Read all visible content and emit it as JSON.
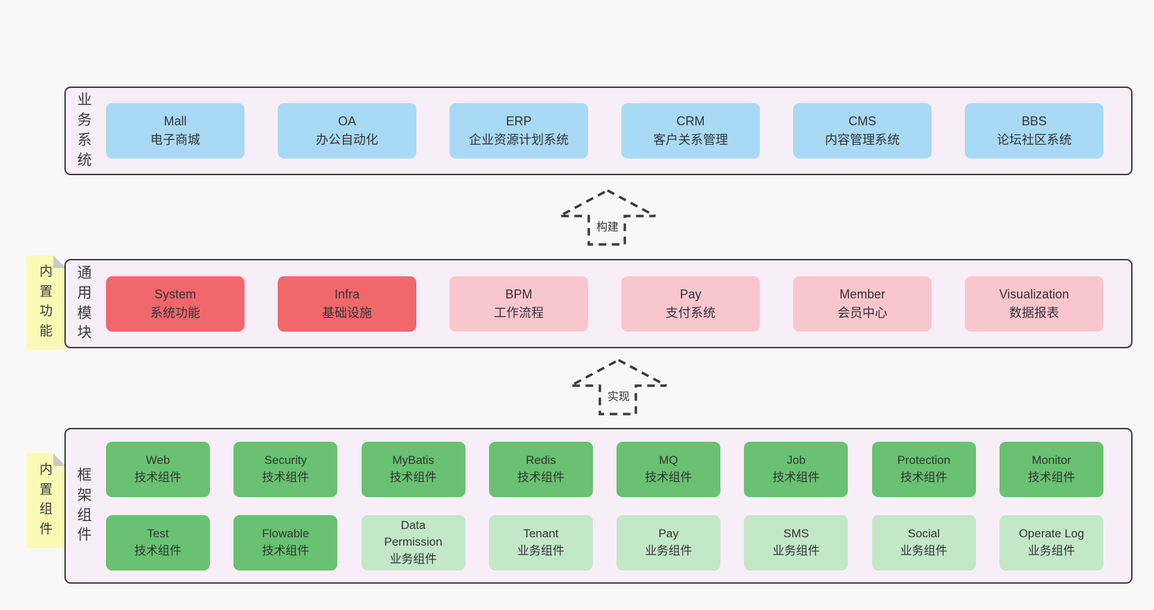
{
  "colors": {
    "page_bg": "#f8f8f8",
    "band_bg": "#f8eef7",
    "band_border": "#3b3b3b",
    "blue": "#a8daf5",
    "red": "#f1686c",
    "pink": "#fac6ce",
    "green": "#68c271",
    "green_light": "#c3e8c7",
    "note_yellow": "#fbfab5",
    "note_fold": "#c9c9c9",
    "text": "#333333"
  },
  "arrows": [
    {
      "label": "构建"
    },
    {
      "label": "实现"
    }
  ],
  "bands": [
    {
      "label": "业务系统",
      "rows": [
        [
          {
            "name": "Mall",
            "subtitle": "电子商城",
            "type": "blue"
          },
          {
            "name": "OA",
            "subtitle": "办公自动化",
            "type": "blue"
          },
          {
            "name": "ERP",
            "subtitle": "企业资源计划系统",
            "type": "blue"
          },
          {
            "name": "CRM",
            "subtitle": "客户关系管理",
            "type": "blue"
          },
          {
            "name": "CMS",
            "subtitle": "内容管理系统",
            "type": "blue"
          },
          {
            "name": "BBS",
            "subtitle": "论坛社区系统",
            "type": "blue"
          }
        ]
      ]
    },
    {
      "label": "通用模块",
      "note": "内置功能",
      "rows": [
        [
          {
            "name": "System",
            "subtitle": "系统功能",
            "type": "red"
          },
          {
            "name": "Infra",
            "subtitle": "基础设施",
            "type": "red"
          },
          {
            "name": "BPM",
            "subtitle": "工作流程",
            "type": "pink"
          },
          {
            "name": "Pay",
            "subtitle": "支付系统",
            "type": "pink"
          },
          {
            "name": "Member",
            "subtitle": "会员中心",
            "type": "pink"
          },
          {
            "name": "Visualization",
            "subtitle": "数据报表",
            "type": "pink"
          }
        ]
      ]
    },
    {
      "label": "框架组件",
      "note": "内置组件",
      "rows": [
        [
          {
            "name": "Web",
            "subtitle": "技术组件",
            "type": "green"
          },
          {
            "name": "Security",
            "subtitle": "技术组件",
            "type": "green"
          },
          {
            "name": "MyBatis",
            "subtitle": "技术组件",
            "type": "green"
          },
          {
            "name": "Redis",
            "subtitle": "技术组件",
            "type": "green"
          },
          {
            "name": "MQ",
            "subtitle": "技术组件",
            "type": "green"
          },
          {
            "name": "Job",
            "subtitle": "技术组件",
            "type": "green"
          },
          {
            "name": "Protection",
            "subtitle": "技术组件",
            "type": "green"
          },
          {
            "name": "Monitor",
            "subtitle": "技术组件",
            "type": "green"
          }
        ],
        [
          {
            "name": "Test",
            "subtitle": "技术组件",
            "type": "green"
          },
          {
            "name": "Flowable",
            "subtitle": "技术组件",
            "type": "green"
          },
          {
            "name": "Data Permission",
            "subtitle": "业务组件",
            "type": "green-light"
          },
          {
            "name": "Tenant",
            "subtitle": "业务组件",
            "type": "green-light"
          },
          {
            "name": "Pay",
            "subtitle": "业务组件",
            "type": "green-light"
          },
          {
            "name": "SMS",
            "subtitle": "业务组件",
            "type": "green-light"
          },
          {
            "name": "Social",
            "subtitle": "业务组件",
            "type": "green-light"
          },
          {
            "name": "Operate Log",
            "subtitle": "业务组件",
            "type": "green-light"
          }
        ]
      ]
    }
  ]
}
